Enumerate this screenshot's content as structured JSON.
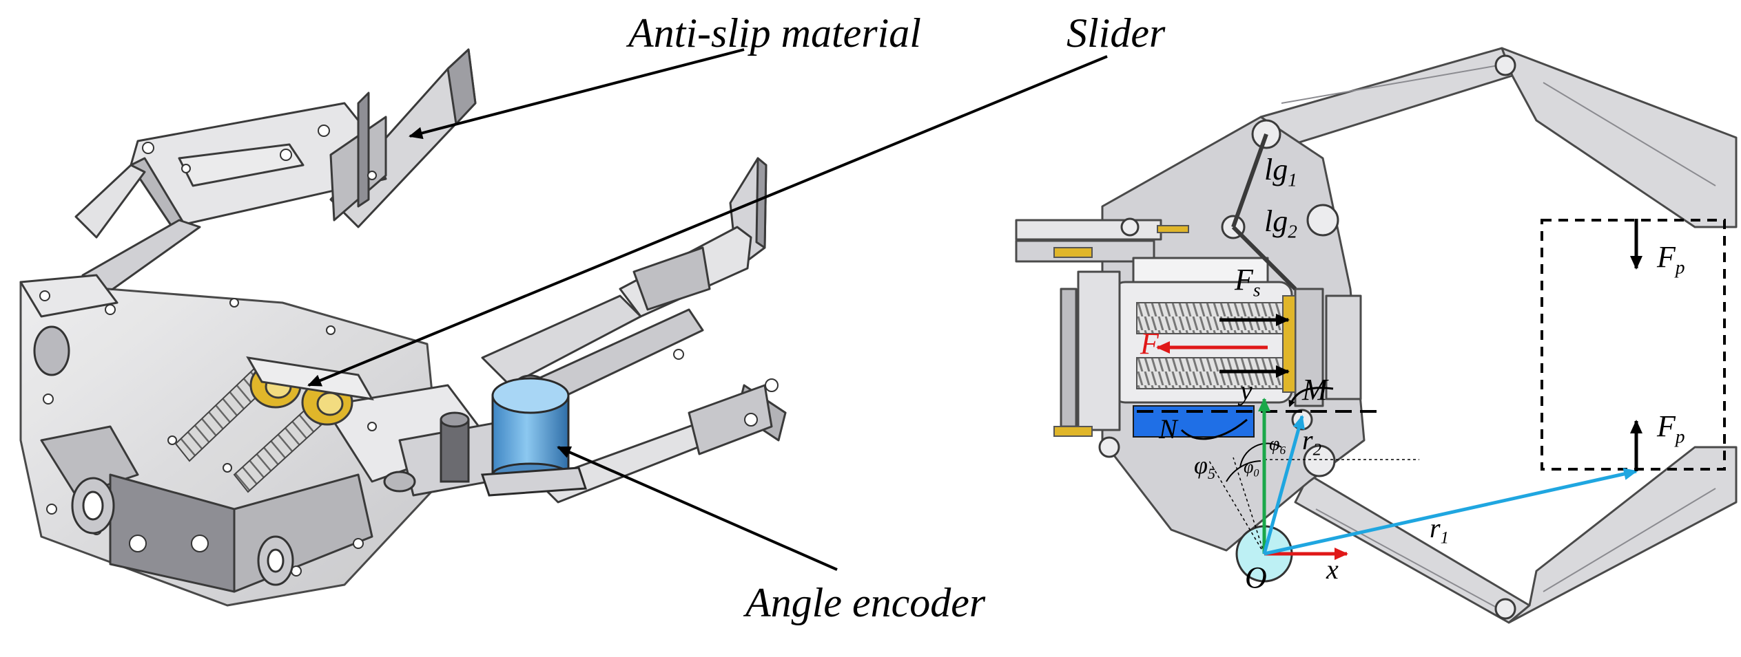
{
  "figure": {
    "left_panel": {
      "callouts": {
        "anti_slip": "Anti-slip material",
        "slider": "Slider",
        "encoder": "Angle encoder"
      },
      "colors": {
        "slider_rings": "#e0b62a",
        "encoder_body": "#6fb1e2",
        "frame_gray": "#c9c9cb"
      }
    },
    "right_panel": {
      "symbols": {
        "lg1": {
          "base": "lg",
          "sub": "1"
        },
        "lg2": {
          "base": "lg",
          "sub": "2"
        },
        "fs": {
          "base": "F",
          "sub": "s"
        },
        "f": {
          "base": "F",
          "sub": ""
        },
        "m": {
          "base": "M",
          "sub": ""
        },
        "y": {
          "base": "y",
          "sub": ""
        },
        "n": {
          "base": "N",
          "sub": ""
        },
        "r2": {
          "base": "r",
          "sub": "2"
        },
        "phi6": {
          "base": "φ",
          "sub": "6"
        },
        "phi5": {
          "base": "φ",
          "sub": "5"
        },
        "phi0": {
          "base": "φ",
          "sub": "0"
        },
        "r1": {
          "base": "r",
          "sub": "1"
        },
        "o": {
          "base": "O",
          "sub": ""
        },
        "x": {
          "base": "x",
          "sub": ""
        },
        "fp_top": {
          "base": "F",
          "sub": "p"
        },
        "fp_bottom": {
          "base": "F",
          "sub": "p"
        }
      },
      "colors": {
        "force_red": "#e01818",
        "y_axis_green": "#1aa84a",
        "vector_blue": "#1fa6e0",
        "base_blue": "#1f6fe6",
        "base_cyan": "#bdf0f4"
      }
    }
  }
}
